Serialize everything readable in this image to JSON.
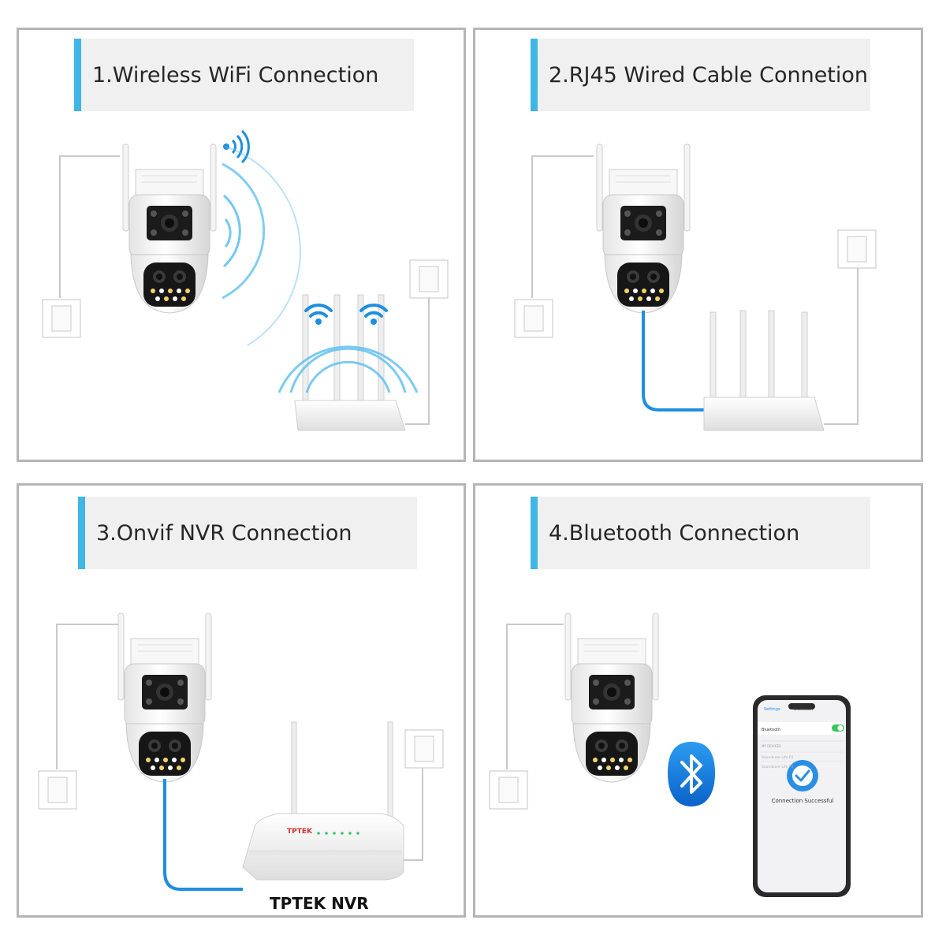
{
  "panels": [
    {
      "title": "1.Wireless WiFi Connection"
    },
    {
      "title": "2.RJ45 Wired Cable Connetion"
    },
    {
      "title": "3.Onvif NVR Connection",
      "nvr_label": "TPTEK NVR",
      "nvr_brand": "TPTEK"
    },
    {
      "title": "4.Bluetooth Connection",
      "phone": {
        "back_label": "Settings",
        "screen_title": "Bluetooth",
        "row_label": "Bluetooth",
        "section_label": "MY DEVICES",
        "device_1": "Soundcore Life P2",
        "device_2": "Soundcore Life P3",
        "status": "Connection Successful"
      }
    }
  ],
  "colors": {
    "accent": "#3fb6e6",
    "cable": "#1e8fe0",
    "bluetooth": "#1e88e5",
    "panel_border": "#b5b5b5",
    "header_bg": "#f0f0f0"
  }
}
